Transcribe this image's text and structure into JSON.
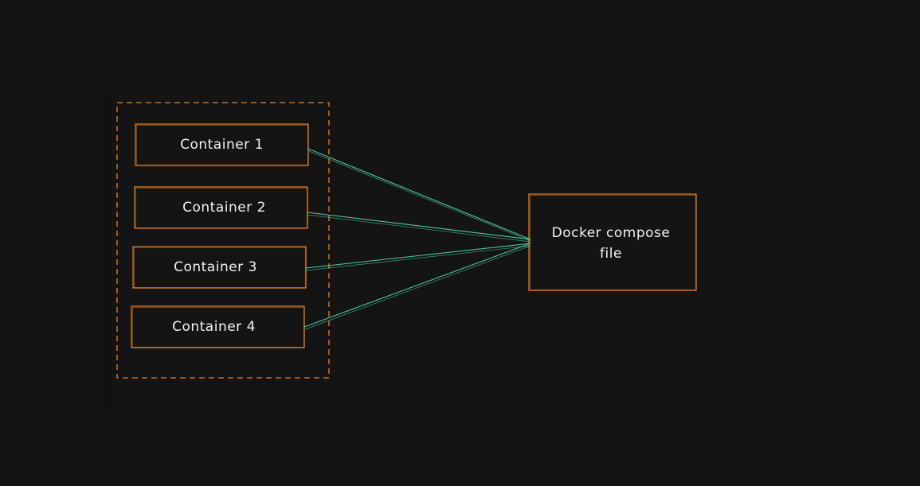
{
  "diagram": {
    "group": {
      "label": ""
    },
    "containers": [
      {
        "label": "Container 1"
      },
      {
        "label": "Container 2"
      },
      {
        "label": "Container 3"
      },
      {
        "label": "Container 4"
      }
    ],
    "target": {
      "label": "Docker compose\nfile"
    },
    "colors": {
      "background": "#121212",
      "box_border": "#e8822a",
      "connector": "#4fc9a4",
      "text": "#f2f2f2"
    }
  }
}
